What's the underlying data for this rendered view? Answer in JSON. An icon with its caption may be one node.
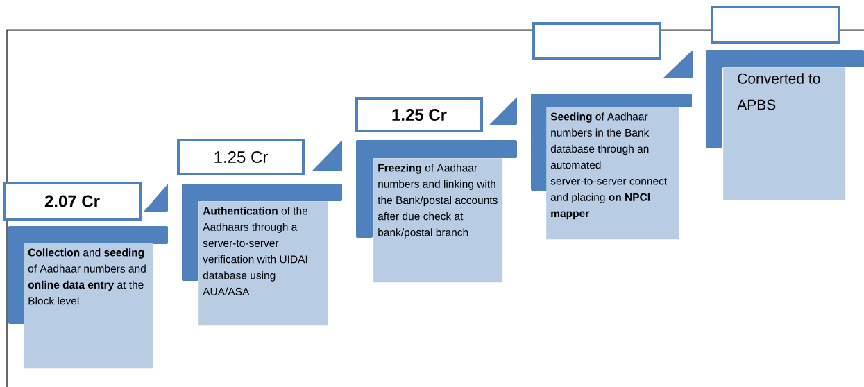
{
  "diagram": {
    "nodes": [
      {
        "text": [
          "2.07 Cr"
        ]
      },
      {
        "text": [
          "**Collection** and **seeding** of Aadhaar numbers and **online data entry** at the Block level"
        ]
      },
      {
        "text": [
          "1.25 Cr"
        ]
      },
      {
        "text": [
          "**Authentication** of the Aadhaars through a server-to-server verification with UIDAI database using AUA/ASA"
        ]
      },
      {
        "text": [
          "1.25 Cr"
        ]
      },
      {
        "text": [
          "**Freezing** of Aadhaar numbers and linking with the Bank/postal accounts after due check at bank/postal branch"
        ]
      },
      {
        "text": [],
        "shape": "box"
      },
      {
        "text": [
          "**Seeding** of Aadhaar numbers in the Bank database through an automated server-to-server connect and placing **on NPCI mapper**"
        ]
      },
      {
        "text": [],
        "shape": "box"
      },
      {
        "text": [
          "Converted to APBS"
        ]
      }
    ]
  }
}
